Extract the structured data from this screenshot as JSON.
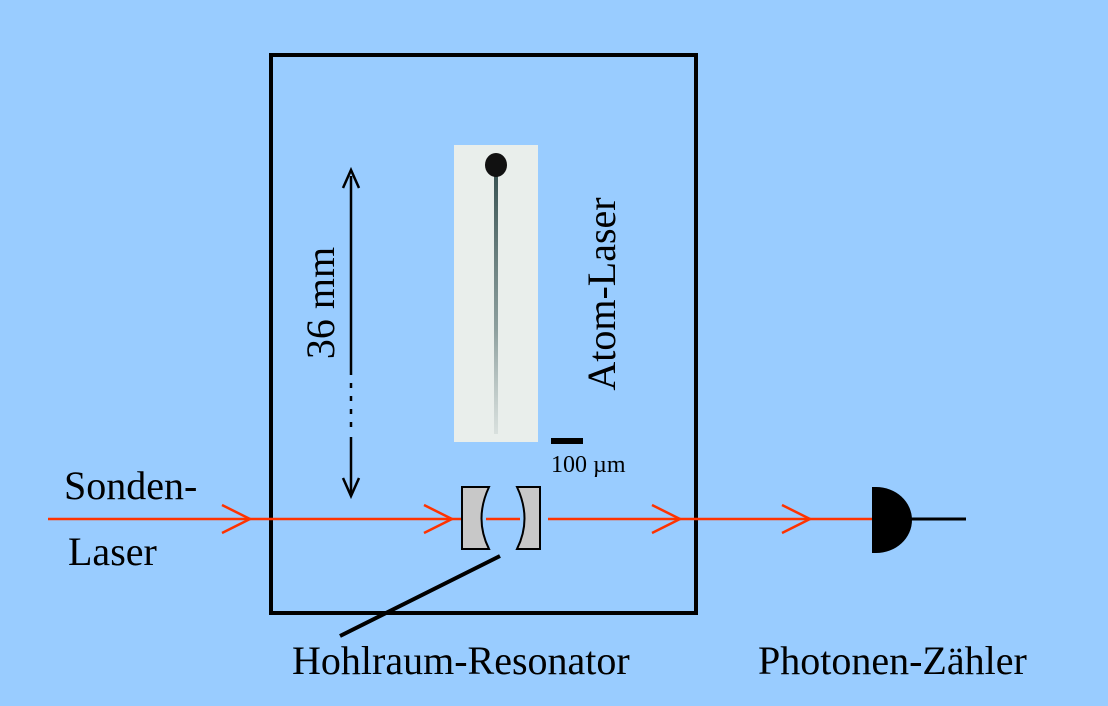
{
  "labels": {
    "probe_laser_line1": "Sonden-",
    "probe_laser_line2": "Laser",
    "cavity": "Hohlraum-Resonator",
    "photon_counter": "Photonen-Zähler",
    "distance": "36 mm",
    "atom_laser": "Atom-Laser",
    "scale_bar": "100 µm"
  },
  "colors": {
    "background": "#99ccff",
    "laser_beam": "#ff3300",
    "outline": "#000000",
    "mirror_fill": "#c8c8c8",
    "image_background": "#e9eeeb"
  }
}
